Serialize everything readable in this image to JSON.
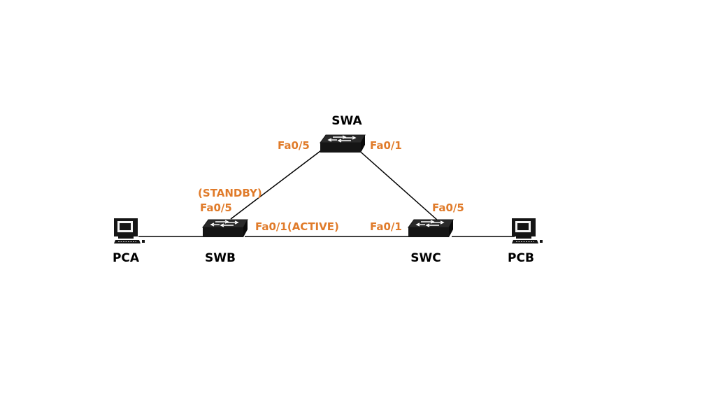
{
  "colors": {
    "port_label": "#e07b2a",
    "device": "#151515",
    "link": "#000000"
  },
  "nodes": {
    "swa": {
      "label": "SWA",
      "icon": "switch-icon"
    },
    "swb": {
      "label": "SWB",
      "icon": "switch-icon"
    },
    "swc": {
      "label": "SWC",
      "icon": "switch-icon"
    },
    "pca": {
      "label": "PCA",
      "icon": "pc-icon"
    },
    "pcb": {
      "label": "PCB",
      "icon": "pc-icon"
    }
  },
  "ports": {
    "swa_left": "Fa0/5",
    "swa_right": "Fa0/1",
    "swb_standby_state": "(STANDBY)",
    "swb_up": "Fa0/5",
    "swb_right": "Fa0/1(ACTIVE)",
    "swc_left": "Fa0/1",
    "swc_up": "Fa0/5"
  },
  "links": [
    {
      "from": "pca",
      "to": "swb"
    },
    {
      "from": "swb",
      "to": "swa",
      "from_port": "Fa0/5",
      "to_port": "Fa0/5"
    },
    {
      "from": "swa",
      "to": "swc",
      "from_port": "Fa0/1",
      "to_port": "Fa0/5"
    },
    {
      "from": "swb",
      "to": "swc",
      "from_port": "Fa0/1",
      "to_port": "Fa0/1"
    },
    {
      "from": "swc",
      "to": "pcb"
    }
  ]
}
